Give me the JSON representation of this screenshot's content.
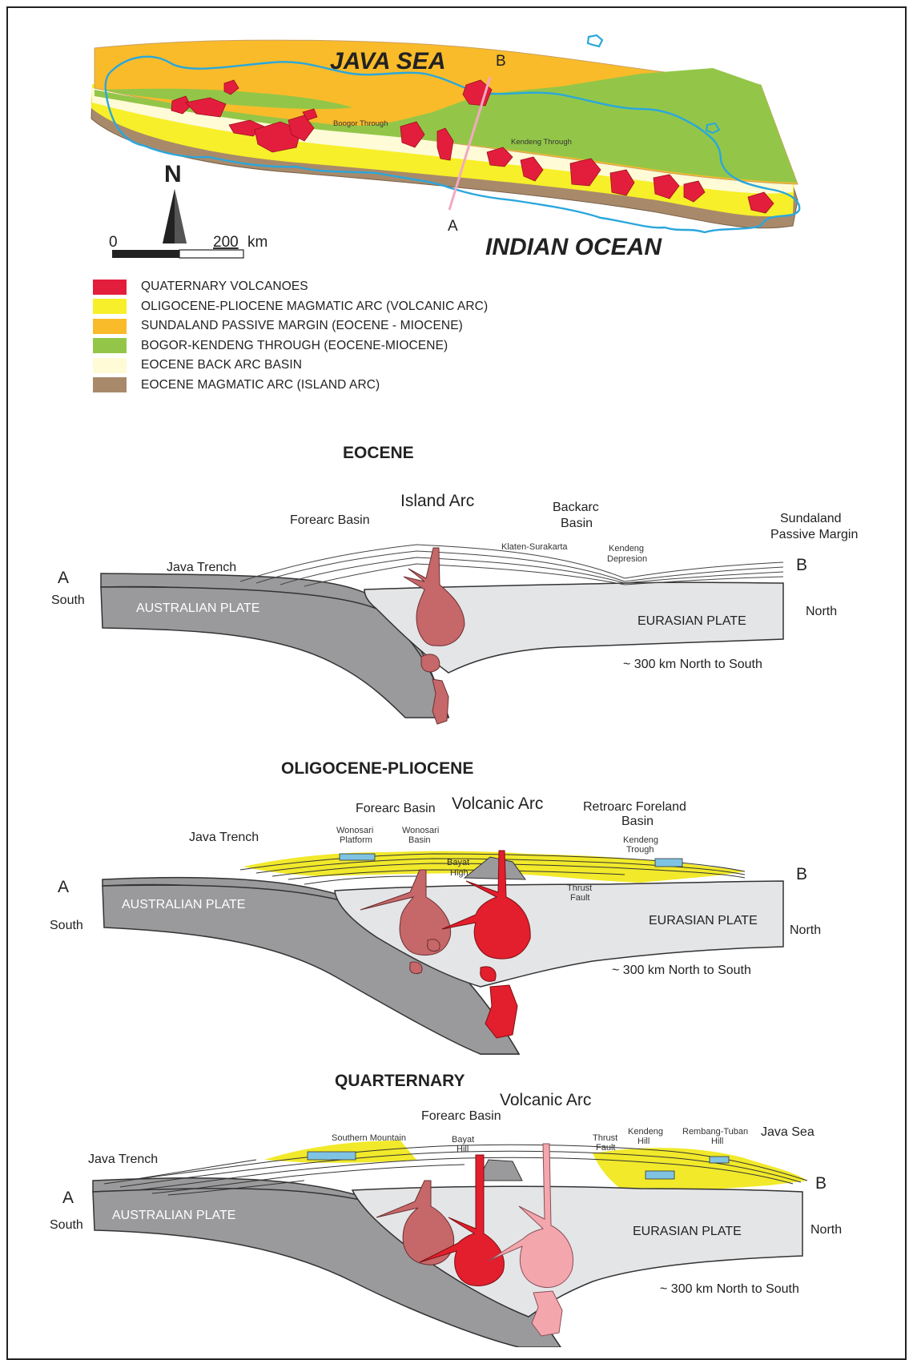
{
  "map": {
    "sea_label": "JAVA SEA",
    "ocean_label": "INDIAN OCEAN",
    "section_point_a": "A",
    "section_point_b": "B",
    "trough_west": "Boogor Through",
    "trough_east": "Kendeng Through",
    "north_label": "N",
    "scale_start": "0",
    "scale_end": "200",
    "scale_unit": "km"
  },
  "legend": [
    {
      "label": "QUATERNARY VOLCANOES",
      "color": "#e31e3c"
    },
    {
      "label": "OLIGOCENE-PLIOCENE MAGMATIC ARC (VOLCANIC ARC)",
      "color": "#f7ef2a"
    },
    {
      "label": "SUNDALAND PASSIVE MARGIN (EOCENE - MIOCENE)",
      "color": "#f9bb2a"
    },
    {
      "label": "BOGOR-KENDENG THROUGH (EOCENE-MIOCENE)",
      "color": "#93c648"
    },
    {
      "label": "EOCENE BACK ARC BASIN",
      "color": "#fefbd6"
    },
    {
      "label": "EOCENE MAGMATIC ARC (ISLAND ARC)",
      "color": "#a88a6b"
    }
  ],
  "colors": {
    "coastline": "#2aa7dc",
    "section_line": "#f2a9c2",
    "australian_plate": "#9a9a9c",
    "eurasian_plate": "#e4e5e7",
    "old_magma": "#c6676a",
    "new_magma": "#e31e2d",
    "young_magma": "#f4a6ad",
    "sediment_yellow": "#f1e92a",
    "carbonate_blue": "#7fc3e3"
  },
  "eocene": {
    "title": "EOCENE",
    "island_arc": "Island Arc",
    "forearc_basin": "Forearc Basin",
    "backarc_basin_1": "Backarc",
    "backarc_basin_2": "Basin",
    "sundaland_1": "Sundaland",
    "sundaland_2": "Passive Margin",
    "klaten": "Klaten-Surakarta",
    "kendeng_1": "Kendeng",
    "kendeng_2": "Depresion",
    "java_trench": "Java Trench",
    "point_a": "A",
    "point_b": "B",
    "south": "South",
    "north": "North",
    "australian_plate": "AUSTRALIAN PLATE",
    "eurasian_plate": "EURASIAN PLATE",
    "distance": "~ 300 km North to South"
  },
  "oligocene": {
    "title": "OLIGOCENE-PLIOCENE",
    "forearc_basin": "Forearc Basin",
    "volcanic_arc": "Volcanic Arc",
    "retroarc_1": "Retroarc Foreland",
    "retroarc_2": "Basin",
    "java_trench": "Java Trench",
    "wonosari_platform_1": "Wonosari",
    "wonosari_platform_2": "Platform",
    "wonosari_basin_1": "Wonosari",
    "wonosari_basin_2": "Basin",
    "bayat_high_1": "Bayat",
    "bayat_high_2": "High",
    "kendeng_trough_1": "Kendeng",
    "kendeng_trough_2": "Trough",
    "thrust_1": "Thrust",
    "thrust_2": "Fault",
    "point_a": "A",
    "point_b": "B",
    "south": "South",
    "north": "North",
    "australian_plate": "AUSTRALIAN PLATE",
    "eurasian_plate": "EURASIAN PLATE",
    "distance": "~ 300 km North to South"
  },
  "quaternary": {
    "title": "QUARTERNARY",
    "volcanic_arc": "Volcanic Arc",
    "forearc_basin": "Forearc Basin",
    "southern_mountain": "Southern Mountain",
    "bayat_hill_1": "Bayat",
    "bayat_hill_2": "Hill",
    "thrust_1": "Thrust",
    "thrust_2": "Fault",
    "kendeng_hill_1": "Kendeng",
    "kendeng_hill_2": "Hill",
    "rembang_1": "Rembang-Tuban",
    "rembang_2": "Hill",
    "java_sea": "Java Sea",
    "java_trench": "Java Trench",
    "point_a": "A",
    "point_b": "B",
    "south": "South",
    "north": "North",
    "australian_plate": "AUSTRALIAN PLATE",
    "eurasian_plate": "EURASIAN PLATE",
    "distance": "~ 300 km North to South"
  }
}
